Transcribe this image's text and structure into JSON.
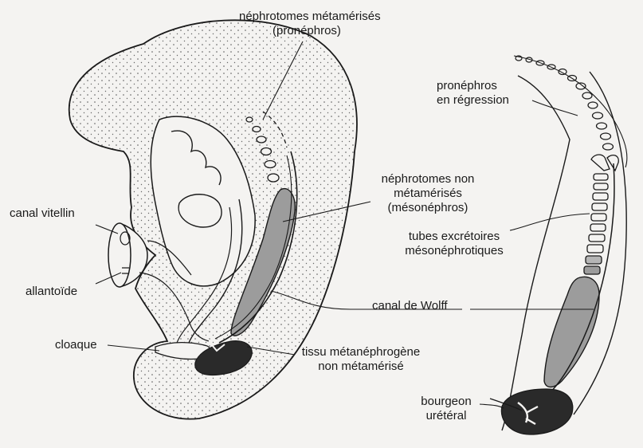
{
  "labels": {
    "nephrotomes_metamerises": {
      "line1": "néphrotomes métamérisés",
      "line2": "(pronéphros)"
    },
    "pronephros_regression": {
      "line1": "pronéphros",
      "line2": "en régression"
    },
    "canal_vitellin": "canal vitellin",
    "nephrotomes_non_metamerises": {
      "line1": "néphrotomes non",
      "line2": "métamérisés",
      "line3": "(mésonéphros)"
    },
    "tubes_excretoires": {
      "line1": "tubes excrétoires",
      "line2": "mésonéphrotiques"
    },
    "allantoide": "allantoïde",
    "canal_de_wolff": "canal de Wolff",
    "cloaque": "cloaque",
    "tissu_metanephrogene": {
      "line1": "tissu métanéphrogène",
      "line2": "non métamérisé"
    },
    "bourgeon_ureteral": {
      "line1": "bourgeon",
      "line2": "urétéral"
    }
  },
  "colors": {
    "background": "#f4f3f1",
    "ink": "#1a1a1a",
    "embryo_fill": "#ebe9e6",
    "mesonephros_fill": "#9c9c9c",
    "metanephrogenic_fill": "#2a2a2a"
  }
}
